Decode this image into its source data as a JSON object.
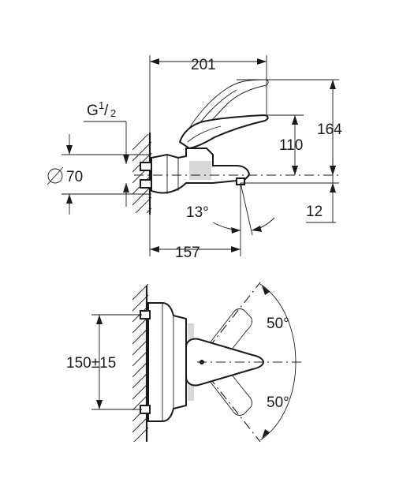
{
  "diagram": {
    "side_view": {
      "dim_total_depth": "201",
      "dim_thread": "G",
      "dim_thread_fraction_num": "1",
      "dim_thread_fraction_den": "2",
      "dim_diameter": "70",
      "dim_height_total": "164",
      "dim_height_lever": "110",
      "dim_spout_drop": "12",
      "dim_angle": "13°",
      "dim_spout_reach": "157"
    },
    "top_view": {
      "dim_centers": "150±15",
      "dim_swivel_upper": "50°",
      "dim_swivel_lower": "50°"
    }
  }
}
